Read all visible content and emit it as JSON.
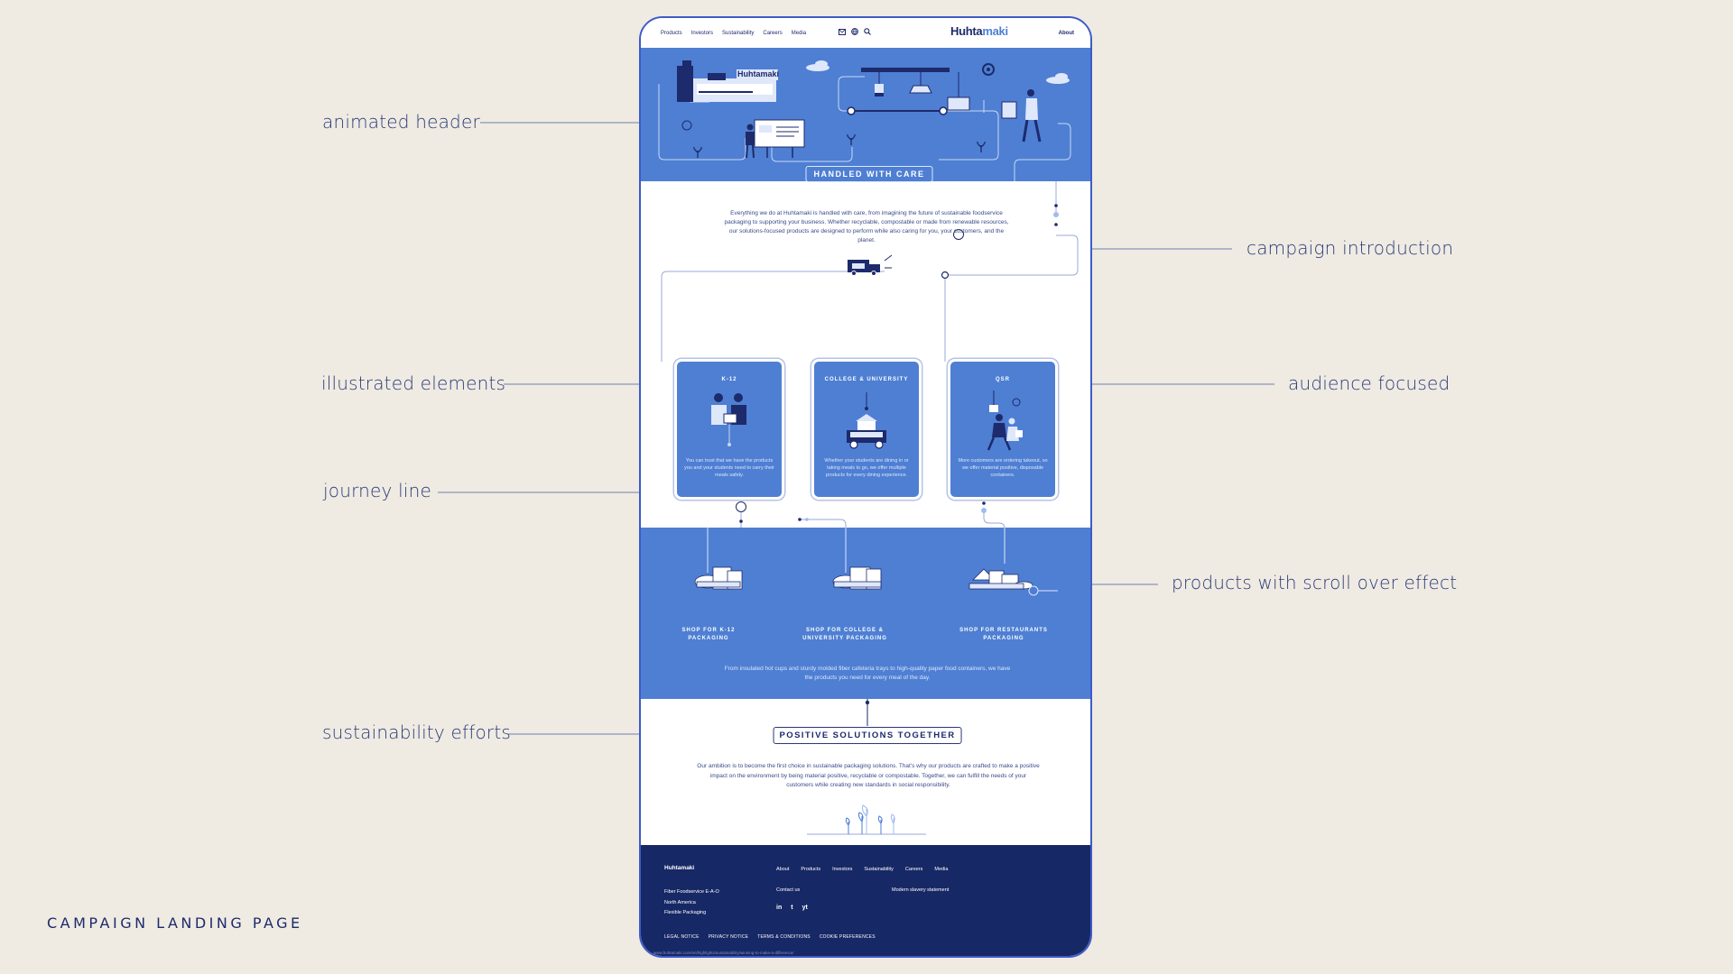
{
  "annotations": {
    "animated_header": "animated header",
    "campaign_introduction": "campaign introduction",
    "illustrated_elements": "illustrated elements",
    "audience_focused": "audience focused",
    "journey_line": "journey line",
    "products_scroll": "products with scroll over effect",
    "sustainability_efforts": "sustainability efforts"
  },
  "caption": "CAMPAIGN LANDING PAGE",
  "nav": {
    "links": [
      "Products",
      "Investors",
      "Sustainability",
      "Careers",
      "Media"
    ],
    "logo_dark": "Huhta",
    "logo_light": "maki",
    "about": "About"
  },
  "hero": {
    "building_sign": "Huhtamaki",
    "badge": "HANDLED WITH CARE"
  },
  "intro": {
    "text": "Everything we do at Huhtamaki is handled with care, from imagining the future of sustainable foodservice packaging to supporting your business. Whether recyclable, compostable or made from renewable resources, our solutions-focused products are designed to perform while also caring for you, your customers, and the planet."
  },
  "cards": [
    {
      "title": "K-12",
      "text": "You can trust that we have the products you and your students need to carry their meals safely."
    },
    {
      "title": "COLLEGE & UNIVERSITY",
      "text": "Whether your students are dining in or taking meals to go, we offer multiple products for every dining experience."
    },
    {
      "title": "QSR",
      "text": "More customers are ordering takeout, so we offer material positive, disposable containers."
    }
  ],
  "products": {
    "items": [
      {
        "line1": "SHOP FOR K-12",
        "line2": "PACKAGING"
      },
      {
        "line1": "SHOP FOR COLLEGE &",
        "line2": "UNIVERSITY PACKAGING"
      },
      {
        "line1": "SHOP FOR RESTAURANTS",
        "line2": "PACKAGING"
      }
    ],
    "text": "From insulated hot cups and sturdy molded fiber cafeteria trays to high-quality paper food containers, we have the products you need for every meal of the day."
  },
  "sustainability": {
    "title": "POSITIVE SOLUTIONS TOGETHER",
    "text": "Our ambition is to become the first choice in sustainable packaging solutions. That's why our products are crafted to make a positive impact on the environment by being material positive, recyclable or compostable. Together, we can fulfill the needs of your customers while creating new standards in social responsibility."
  },
  "footer": {
    "logo": "Huhtamaki",
    "links": [
      "About",
      "Products",
      "Investors",
      "Sustainability",
      "Careers",
      "Media"
    ],
    "divisions": [
      "Fiber Foodservice E-A-O",
      "North America",
      "Flexible Packaging"
    ],
    "contact": "Contact us",
    "modern_slavery": "Modern slavery statement",
    "social": [
      "in",
      "t",
      "yt"
    ],
    "legal": [
      "LEGAL NOTICE",
      "PRIVACY NOTICE",
      "TERMS & CONDITIONS",
      "COOKIE PREFERENCES"
    ],
    "url": "www.huhtamaki.com/en/highlights/sustainability/winning-to-make-a-difference/"
  },
  "colors": {
    "background": "#efebe2",
    "brand_blue": "#4e7fd3",
    "navy": "#172866",
    "annotation": "#2b3a78"
  }
}
